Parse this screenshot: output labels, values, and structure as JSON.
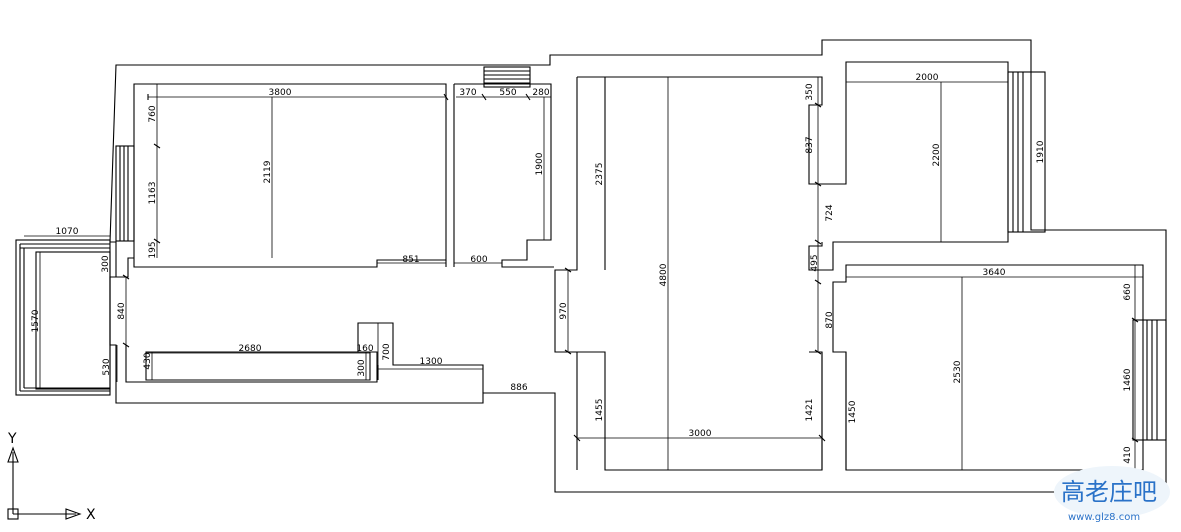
{
  "dimensions": {
    "d3800": "3800",
    "d370": "370",
    "d550": "550",
    "d280": "280",
    "d760": "760",
    "d1163": "1163",
    "d195": "195",
    "d2119": "2119",
    "d1900": "1900",
    "d2375": "2375",
    "d851": "851",
    "d600": "600",
    "d1070": "1070",
    "d300a": "300",
    "d1570": "1570",
    "d840": "840",
    "d530": "530",
    "d430": "430",
    "d2680": "2680",
    "d160": "160",
    "d300b": "300",
    "d700": "700",
    "d1300": "1300",
    "d886": "886",
    "d970": "970",
    "d4800": "4800",
    "d1455": "1455",
    "d3000": "3000",
    "d1421": "1421",
    "d350": "350",
    "d837": "837",
    "d724": "724",
    "d495": "495",
    "d870": "870",
    "d2000": "2000",
    "d2200": "2200",
    "d1910": "1910",
    "d3640": "3640",
    "d2530": "2530",
    "d1450": "1450",
    "d660": "660",
    "d1460": "1460",
    "d410": "410"
  },
  "ucs": {
    "y_label": "Y",
    "x_label": "X"
  },
  "watermark": {
    "site": "www.glz8.com",
    "logo_text": "高老庄吧"
  },
  "colors": {
    "line": "#000000",
    "background": "#ffffff",
    "watermark_blue": "#2a72c8",
    "watermark_green": "#6aa83a",
    "watermark_orange": "#e08a1e"
  }
}
